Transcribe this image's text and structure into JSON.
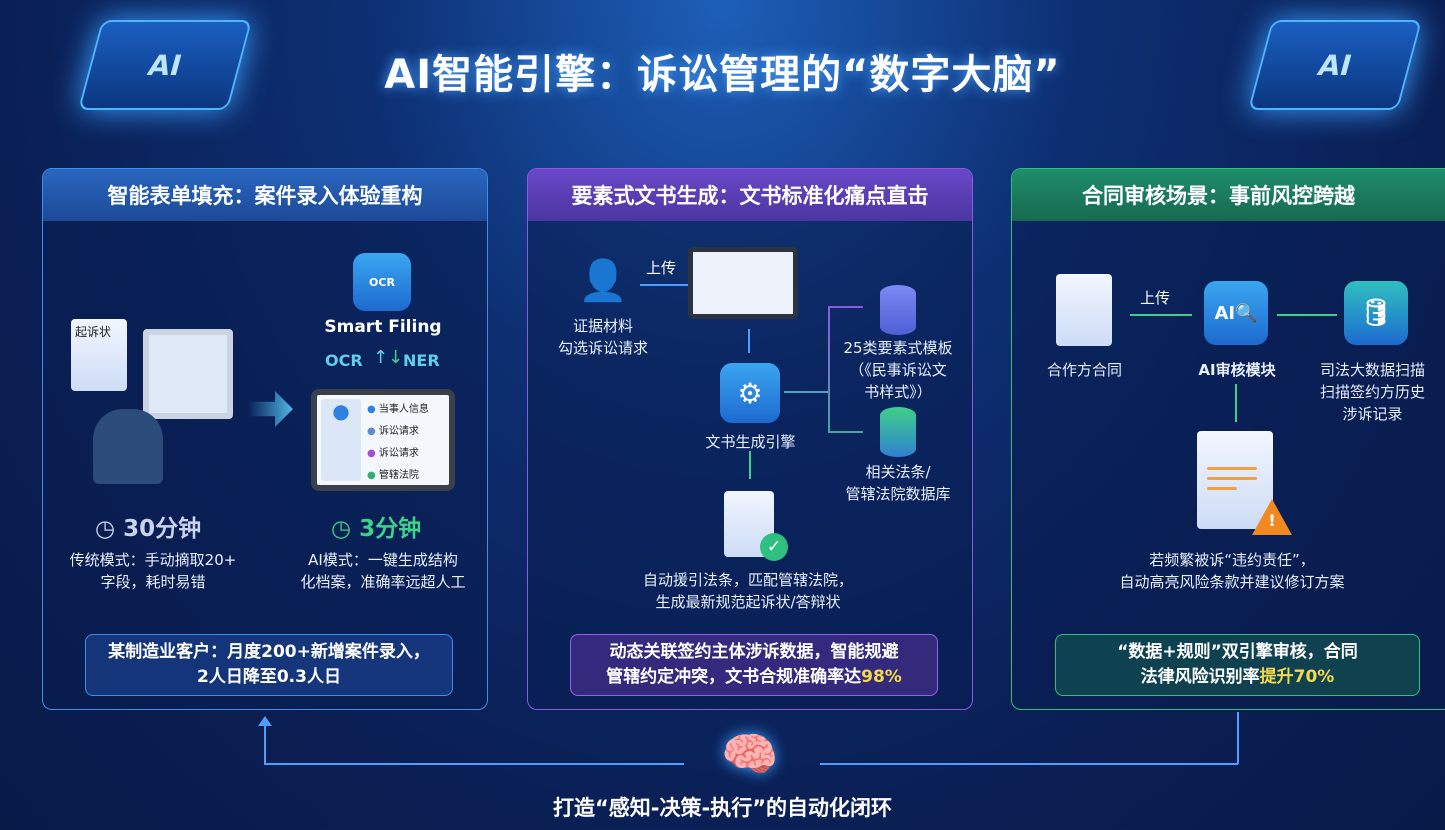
{
  "title": "AI智能引擎：诉讼管理的“数字大脑”",
  "decor": {
    "chip_label": "AI"
  },
  "panels": [
    {
      "header": "智能表单填充：案件录入体验重构",
      "accent": "#4f9dff",
      "doc_label": "起诉状",
      "app_name": "Smart Filing",
      "ocr": "OCR",
      "ner": "NER",
      "fields": [
        "当事人信息",
        "诉讼请求",
        "诉讼请求",
        "管辖法院"
      ],
      "old_time": "30分钟",
      "new_time": "3分钟",
      "old_desc": [
        "传统模式：手动摘取20+",
        "字段，耗时易错"
      ],
      "new_desc": [
        "AI模式：一键生成结构",
        "化档案，准确率远超人工"
      ],
      "quote": [
        "某制造业客户：月度200+新增案件录入，",
        "2人日降至0.3人日"
      ]
    },
    {
      "header": "要素式文书生成：文书标准化痛点直击",
      "accent": "#9b5cf0",
      "upload": "上传",
      "evidence": [
        "证据材料",
        "勾选诉讼请求"
      ],
      "engine": "文书生成引擎",
      "db1": [
        "25类要素式模板",
        "（《民事诉讼文",
        "书样式》）"
      ],
      "db2": [
        "相关法条/",
        "管辖法院数据库"
      ],
      "output": [
        "自动援引法条，匹配管辖法院，",
        "生成最新规范起诉状/答辩状"
      ],
      "quote": [
        "动态关联签约主体涉诉数据，智能规避",
        "管辖约定冲突，文书合规准确率达"
      ],
      "quote_highlight": "98%"
    },
    {
      "header": "合同审核场景：事前风控跨越",
      "accent": "#2fc081",
      "contract": "合作方合同",
      "upload": "上传",
      "module": "AI审核模块",
      "scan": [
        "司法大数据扫描",
        "扫描签约方历史",
        "涉诉记录"
      ],
      "result": [
        "若频繁被诉“违约责任”，",
        "自动高亮风险条款并建议修订方案"
      ],
      "quote": [
        "“数据+规则”双引擎审核，合同",
        "法律风险识别率"
      ],
      "quote_highlight": "提升70%"
    }
  ],
  "footer": "打造“感知-决策-执行”的自动化闭环",
  "colors": {
    "highlight": "#f5d94a",
    "blue": "#4f9dff",
    "purple": "#9b5cf0",
    "green": "#2fc081"
  }
}
